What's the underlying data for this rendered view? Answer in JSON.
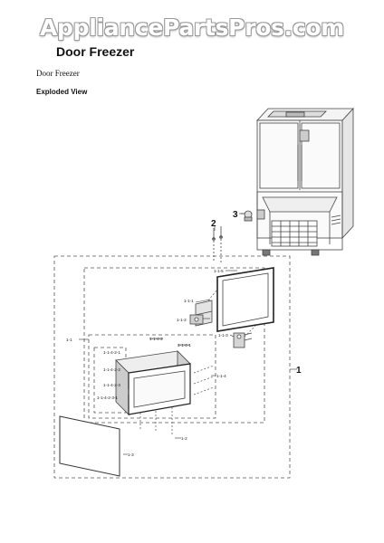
{
  "header": {
    "watermark": "AppliancePartsPros.com",
    "title": "Door Freezer",
    "subtitle": "Door Freezer",
    "section": "Exploded View"
  },
  "callouts": {
    "c1": "1",
    "c2": "2",
    "c3": "3",
    "c1_1": "1-1",
    "c1_1_1": "1-1-1",
    "c1_1_2": "1-1-2",
    "c1_1_3": "1-1-3",
    "c1_1_4": "1-1-4",
    "c1_1_4_1": "1-1-4-1",
    "c1_1_4_2": "1-1-4-2",
    "c1_1_4_2_1": "1-1-4-2-1",
    "c1_1_4_2_2": "1-1-4-2-2",
    "c1_1_4_2_3": "1-1-4-2-3",
    "c1_1_4_2_3_1": "1-1-4-2-3-1",
    "c1_1_5": "1-1-5",
    "c1_2": "1-2",
    "c1_3": "1-3"
  }
}
